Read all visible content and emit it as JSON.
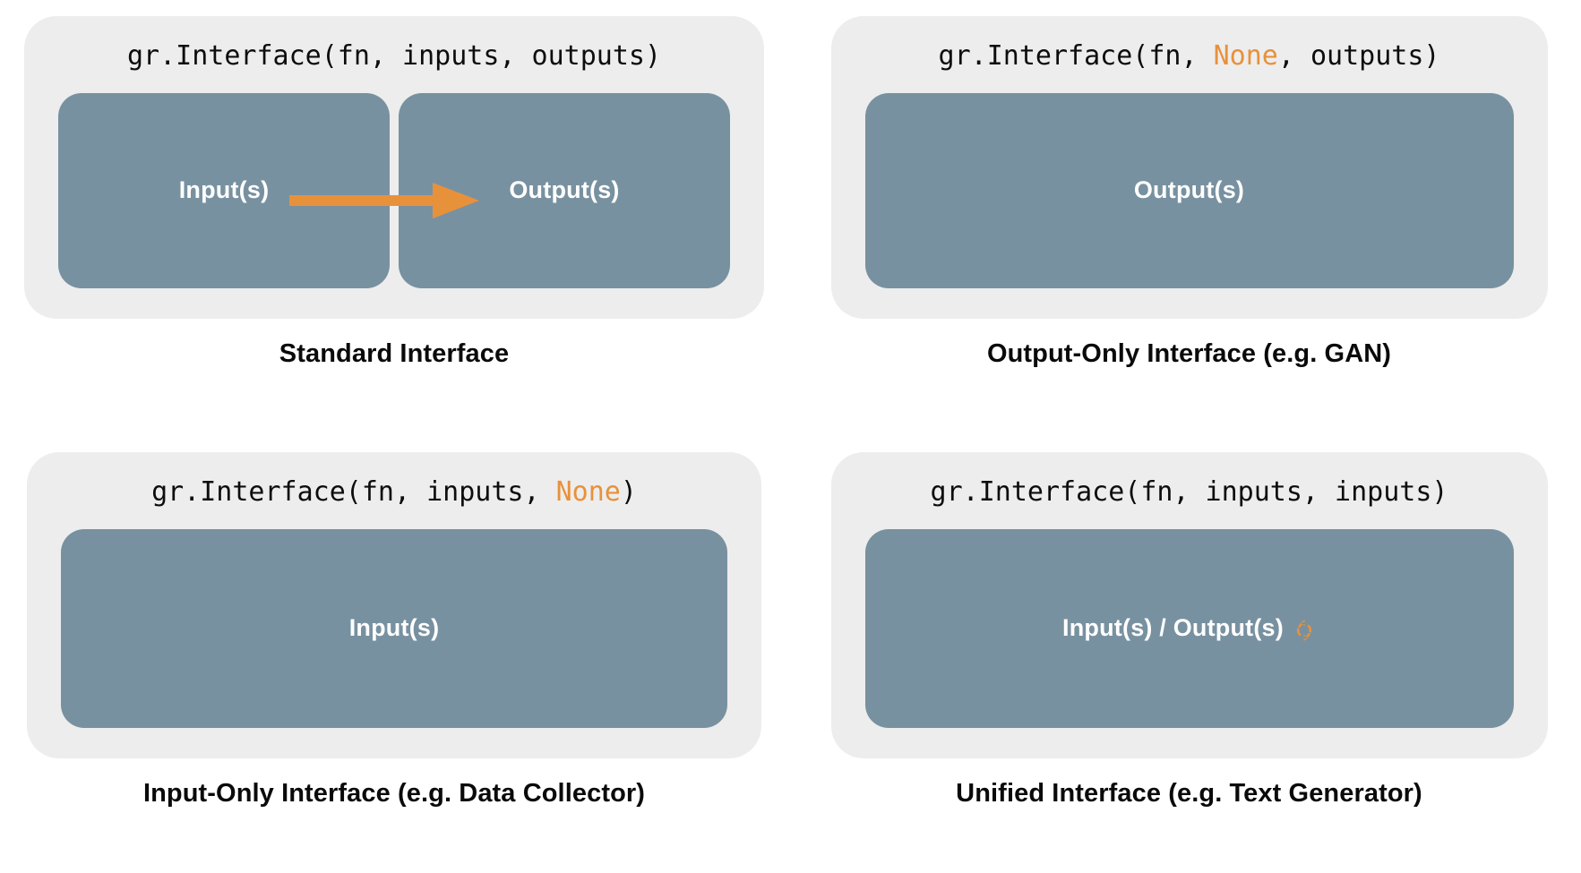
{
  "colors": {
    "page_background": "#ffffff",
    "panel_background": "#ededed",
    "box_fill": "#7891a0",
    "accent_orange": "#e8913b",
    "text_dark": "#0a0a0a",
    "text_light": "#ffffff"
  },
  "panels": {
    "standard": {
      "signature_prefix": "gr.Interface(fn, inputs, outputs)",
      "sig_parts": {
        "before": "gr.Interface(fn, inputs, outputs)",
        "highlight": "",
        "after": ""
      },
      "boxes": [
        {
          "label": "Input(s)"
        },
        {
          "label": "Output(s)"
        }
      ],
      "arrow": {
        "name": "flow-arrow",
        "direction": "left-to-right",
        "color": "#e8913b"
      },
      "caption": "Standard Interface"
    },
    "output_only": {
      "sig_parts": {
        "before": "gr.Interface(fn, ",
        "highlight": "None",
        "after": ", outputs)"
      },
      "boxes": [
        {
          "label": "Output(s)"
        }
      ],
      "caption": "Output-Only Interface (e.g. GAN)"
    },
    "input_only": {
      "sig_parts": {
        "before": "gr.Interface(fn, inputs, ",
        "highlight": "None",
        "after": ")"
      },
      "boxes": [
        {
          "label": "Input(s)"
        }
      ],
      "caption": "Input-Only Interface (e.g. Data Collector)"
    },
    "unified": {
      "sig_parts": {
        "before": "gr.Interface(fn, inputs, inputs)",
        "highlight": "",
        "after": ""
      },
      "boxes": [
        {
          "label": "Input(s) / Output(s)",
          "icon": "cycle-icon"
        }
      ],
      "caption": "Unified Interface (e.g. Text Generator)"
    }
  }
}
